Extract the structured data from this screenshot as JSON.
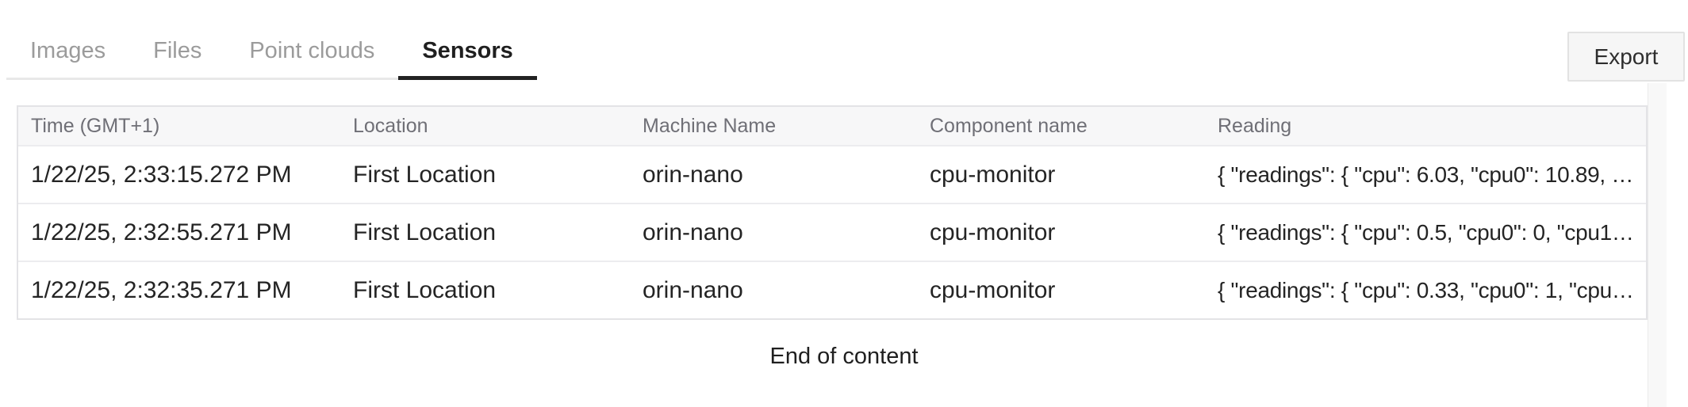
{
  "tabs": [
    {
      "label": "Images",
      "active": false
    },
    {
      "label": "Files",
      "active": false
    },
    {
      "label": "Point clouds",
      "active": false
    },
    {
      "label": "Sensors",
      "active": true
    }
  ],
  "toolbar": {
    "export_label": "Export"
  },
  "table": {
    "columns": [
      "Time (GMT+1)",
      "Location",
      "Machine Name",
      "Component name",
      "Reading"
    ],
    "rows": [
      {
        "time": "1/22/25, 2:33:15.272 PM",
        "location": "First Location",
        "machine": "orin-nano",
        "component": "cpu-monitor",
        "reading": "{ \"readings\": { \"cpu\": 6.03, \"cpu0\": 10.89, \"c…"
      },
      {
        "time": "1/22/25, 2:32:55.271 PM",
        "location": "First Location",
        "machine": "orin-nano",
        "component": "cpu-monitor",
        "reading": "{ \"readings\": { \"cpu\": 0.5, \"cpu0\": 0, \"cpu1\": …"
      },
      {
        "time": "1/22/25, 2:32:35.271 PM",
        "location": "First Location",
        "machine": "orin-nano",
        "component": "cpu-monitor",
        "reading": "{ \"readings\": { \"cpu\": 0.33, \"cpu0\": 1, \"cpu1\"…"
      }
    ]
  },
  "footer": {
    "end_text": "End of content"
  },
  "colors": {
    "active_tab_text": "#1f1f1f",
    "active_tab_underline": "#222222",
    "inactive_tab_text": "#9b9b9b",
    "tab_strip_line": "#e8e8e8",
    "table_border": "#e3e3e6",
    "header_bg": "#f7f7f8",
    "header_text": "#6f6f76",
    "row_divider": "#ececef",
    "cell_text": "#242424",
    "scroll_track_bg": "#f8f8f8",
    "export_bg": "#f6f6f6",
    "export_border": "#e2e2e2"
  }
}
